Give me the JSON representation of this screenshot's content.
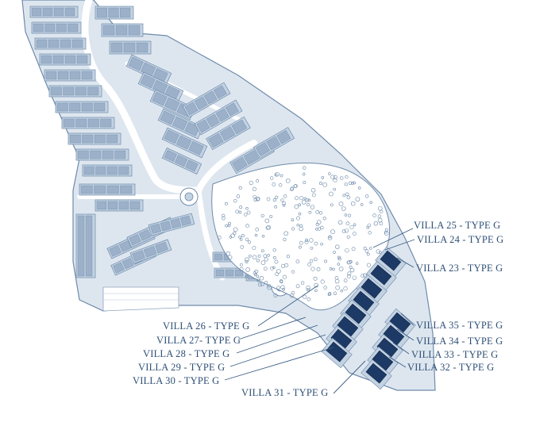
{
  "site_plan": {
    "colors": {
      "land": "#dde6ef",
      "block": "#c3d2e2",
      "building": "#9cb1c9",
      "line": "#6f8bab",
      "road": "#ffffff",
      "park": "#ffffff",
      "tree": "#6b88a8",
      "highlight": "#1d3a66",
      "label": "#2e4f76"
    },
    "labels": {
      "villa_25": "VILLA 25 - TYPE G",
      "villa_24": "VILLA 24 - TYPE G",
      "villa_23": "VILLA 23 - TYPE G",
      "villa_35": "VILLA 35 - TYPE G",
      "villa_34": "VILLA 34 - TYPE G",
      "villa_33": "VILLA 33 - TYPE G",
      "villa_32": "VILLA 32 - TYPE G",
      "villa_26": "VILLA 26 - TYPE G",
      "villa_27": "VILLA 27- TYPE G",
      "villa_28": "VILLA 28 - TYPE G",
      "villa_29": "VILLA 29 - TYPE G",
      "villa_30": "VILLA 30 - TYPE G",
      "villa_31": "VILLA 31 - TYPE G"
    }
  }
}
